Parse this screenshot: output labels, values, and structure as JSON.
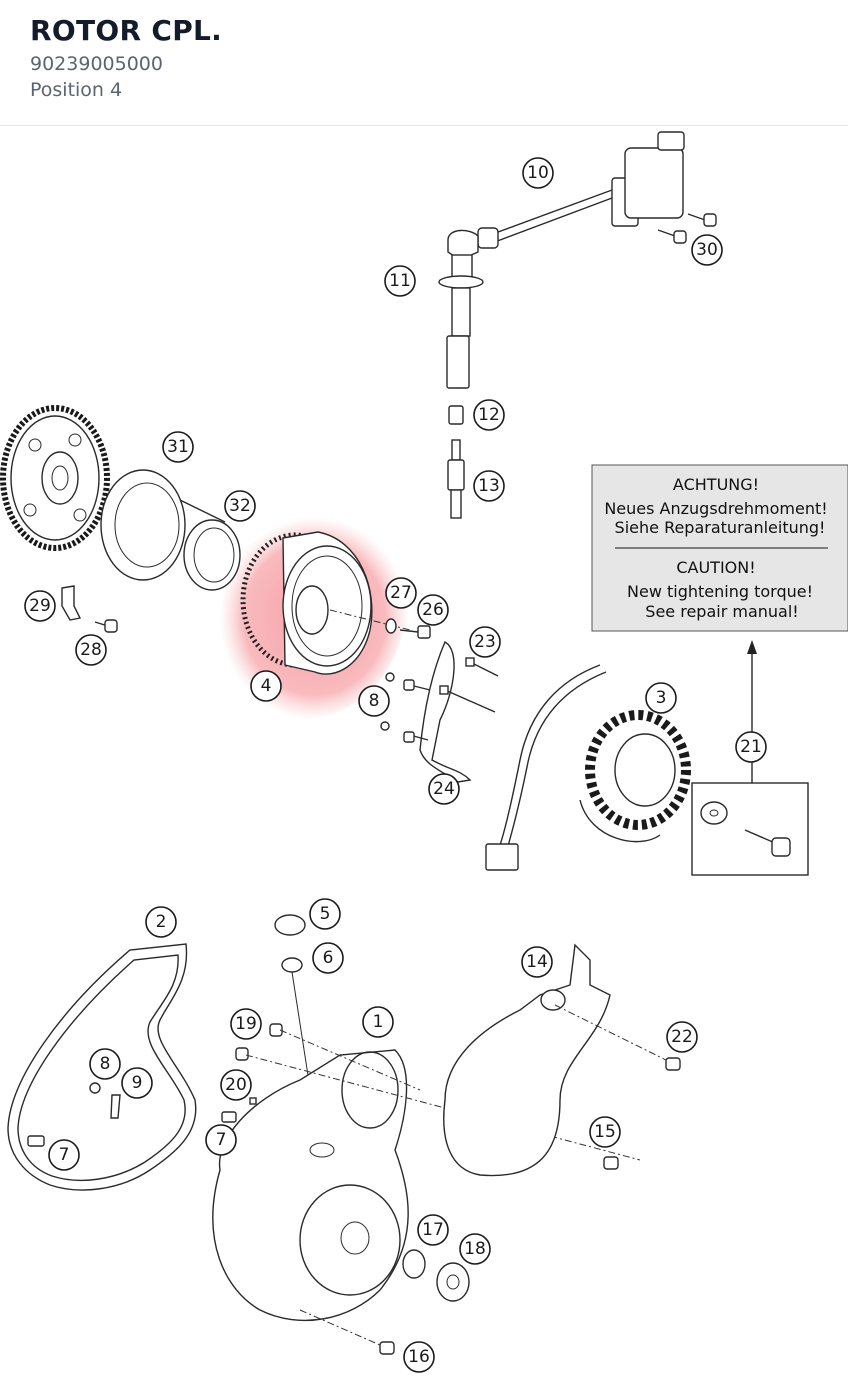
{
  "header": {
    "title": "ROTOR CPL.",
    "part_number": "90239005000",
    "position": "Position 4"
  },
  "diagram": {
    "highlight_color": "#f7a3a8",
    "labels": {
      "p1": "1",
      "p2": "2",
      "p3": "3",
      "p4": "4",
      "p5": "5",
      "p6": "6",
      "p7a": "7",
      "p7b": "7",
      "p8a": "8",
      "p8b": "8",
      "p9": "9",
      "p10": "10",
      "p11": "11",
      "p12": "12",
      "p13": "13",
      "p14": "14",
      "p15": "15",
      "p16": "16",
      "p17": "17",
      "p18": "18",
      "p19": "19",
      "p20": "20",
      "p21": "21",
      "p22": "22",
      "p23": "23",
      "p24": "24",
      "p26": "26",
      "p27": "27",
      "p28": "28",
      "p29": "29",
      "p30": "30",
      "p31": "31",
      "p32": "32"
    },
    "note": {
      "line1": "ACHTUNG!",
      "line2": "Neues Anzugsdrehmoment!",
      "line3": "Siehe Reparaturanleitung!",
      "line4": "CAUTION!",
      "line5": "New tightening torque!",
      "line6": "See repair manual!"
    }
  }
}
